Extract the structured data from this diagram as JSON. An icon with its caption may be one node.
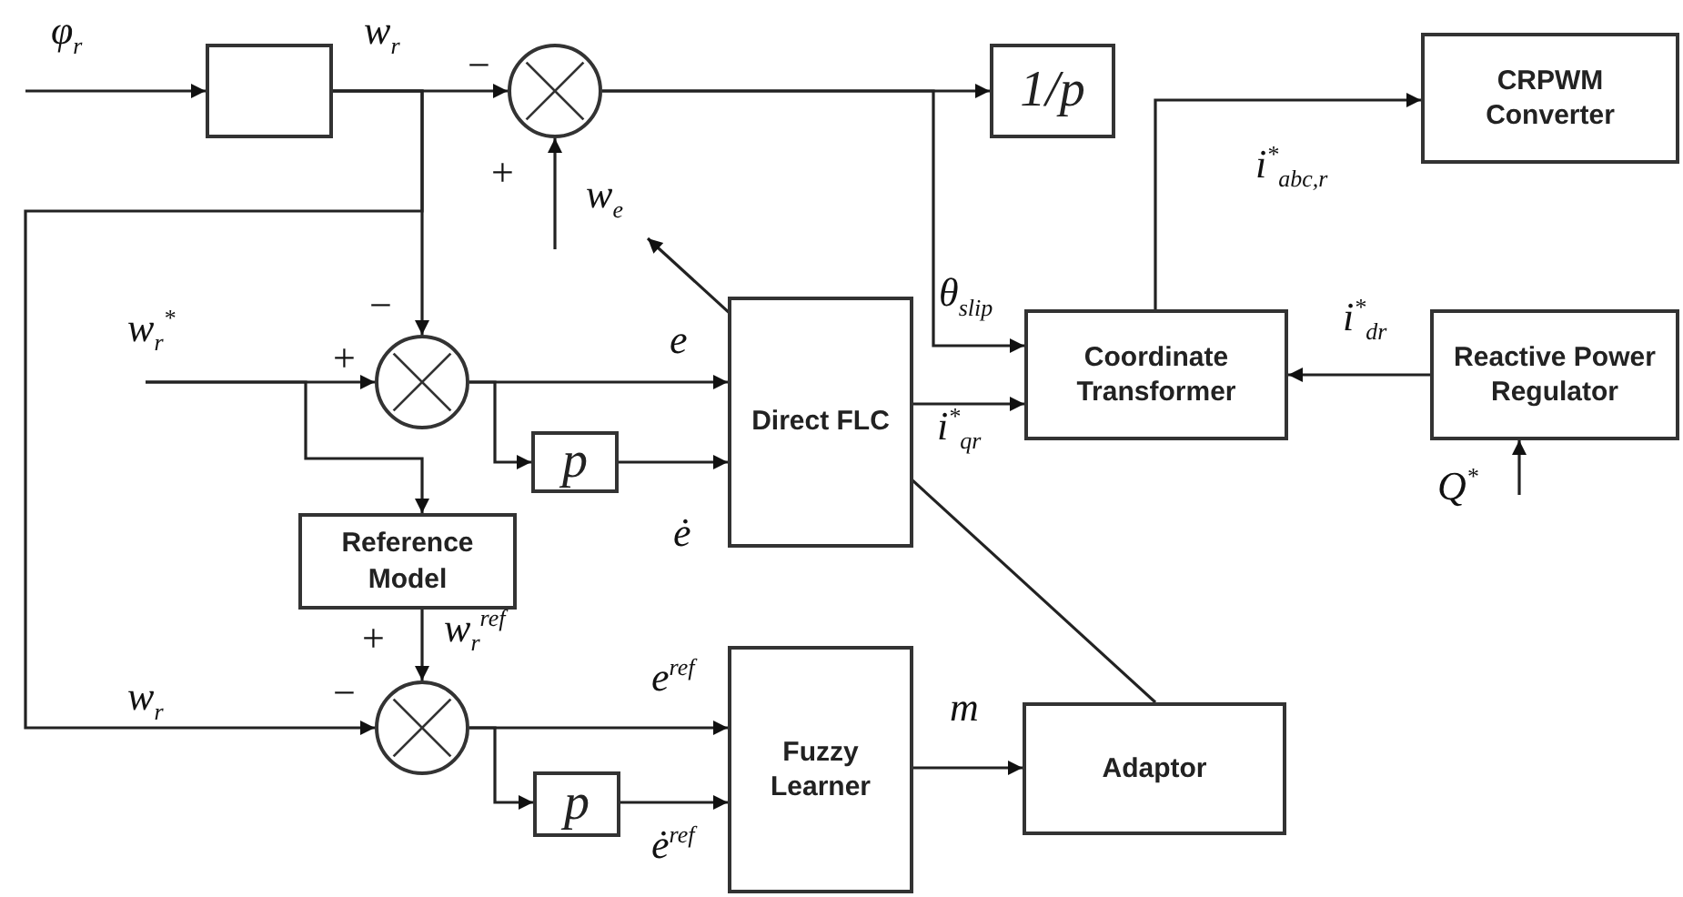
{
  "diagram": {
    "nodes": [
      {
        "text": [],
        "shape": "box"
      },
      {
        "text": [],
        "shape": "circle"
      },
      {
        "text": [
          "1/p"
        ]
      },
      {
        "text": [
          "CRPWM Converter"
        ]
      },
      {
        "text": [],
        "shape": "circle"
      },
      {
        "text": [
          "p"
        ]
      },
      {
        "text": [
          "Direct FLC"
        ]
      },
      {
        "text": [
          "Coordinate Transformer"
        ]
      },
      {
        "text": [
          "Reactive Power Regulator"
        ]
      },
      {
        "text": [
          "Reference Model"
        ]
      },
      {
        "text": [],
        "shape": "circle"
      },
      {
        "text": [
          "p"
        ]
      },
      {
        "text": [
          "Fuzzy Learner"
        ]
      },
      {
        "text": [
          "Adaptor"
        ]
      }
    ],
    "edges": [
      {
        "from": null,
        "to": 0,
        "arrow": "to",
        "label": "φ$_{r}$"
      },
      {
        "from": 0,
        "to": 1,
        "arrow": "to",
        "label": "w$_{r}$"
      },
      {
        "from": 1,
        "to": 2,
        "arrow": "to"
      },
      {
        "from": 1,
        "to": 7,
        "arrow": "to",
        "label": "θ$_{slip}$"
      },
      {
        "from": 7,
        "to": 3,
        "arrow": "to",
        "label": "i$^{*}$$_{abc,r}$"
      },
      {
        "from": 8,
        "to": 7,
        "arrow": "to",
        "label": "i$^{*}$$_{dr}$"
      },
      {
        "from": null,
        "to": 8,
        "arrow": "to",
        "label": "Q$^{*}$"
      },
      {
        "from": 0,
        "to": 4,
        "arrow": "to"
      },
      {
        "from": 0,
        "to": 10,
        "arrow": "to",
        "label": "w$_{r}$"
      },
      {
        "from": null,
        "to": 4,
        "arrow": "to",
        "label": "w$_{r}$$^{*}$"
      },
      {
        "from": null,
        "to": 9,
        "arrow": "to"
      },
      {
        "from": 9,
        "to": 10,
        "arrow": "to",
        "label": "w$_{r}$$^{ref}$"
      },
      {
        "from": 4,
        "to": 6,
        "arrow": "to",
        "label": "e"
      },
      {
        "from": 4,
        "to": 5,
        "arrow": "to"
      },
      {
        "from": 5,
        "to": 6,
        "arrow": "to",
        "label": "ė"
      },
      {
        "from": 6,
        "to": 7,
        "arrow": "to",
        "label": "i$^{*}$$_{qr}$"
      },
      {
        "from": 10,
        "to": 12,
        "arrow": "to",
        "label": "e$^{ref}$"
      },
      {
        "from": 10,
        "to": 11,
        "arrow": "to"
      },
      {
        "from": 11,
        "to": 12,
        "arrow": "to",
        "label": "ė$^{ref}$"
      },
      {
        "from": 12,
        "to": 13,
        "arrow": "to",
        "label": "m"
      },
      {
        "from": 13,
        "to": null,
        "arrow": "to",
        "label": "w$_{e}$"
      },
      {
        "from": null,
        "to": 1,
        "arrow": "to"
      }
    ],
    "labels": [
      "−",
      "+",
      "−",
      "+",
      "+",
      "−"
    ]
  }
}
